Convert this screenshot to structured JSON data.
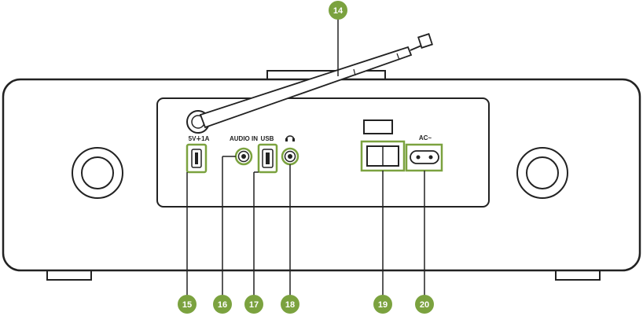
{
  "labels": {
    "usb_power": "5V∔1A",
    "audio_in": "AUDIO IN",
    "usb": "USB",
    "ac": "AC~"
  },
  "callouts": {
    "antenna": "14",
    "usb_power": "15",
    "audio_in": "16",
    "usb": "17",
    "headphones": "18",
    "power_switch": "19",
    "ac_input": "20"
  },
  "colors": {
    "callout_fill": "#7ba23f",
    "highlight": "#7ba23f",
    "line": "#222222"
  },
  "icons": {
    "headphones": "headphones-icon"
  }
}
